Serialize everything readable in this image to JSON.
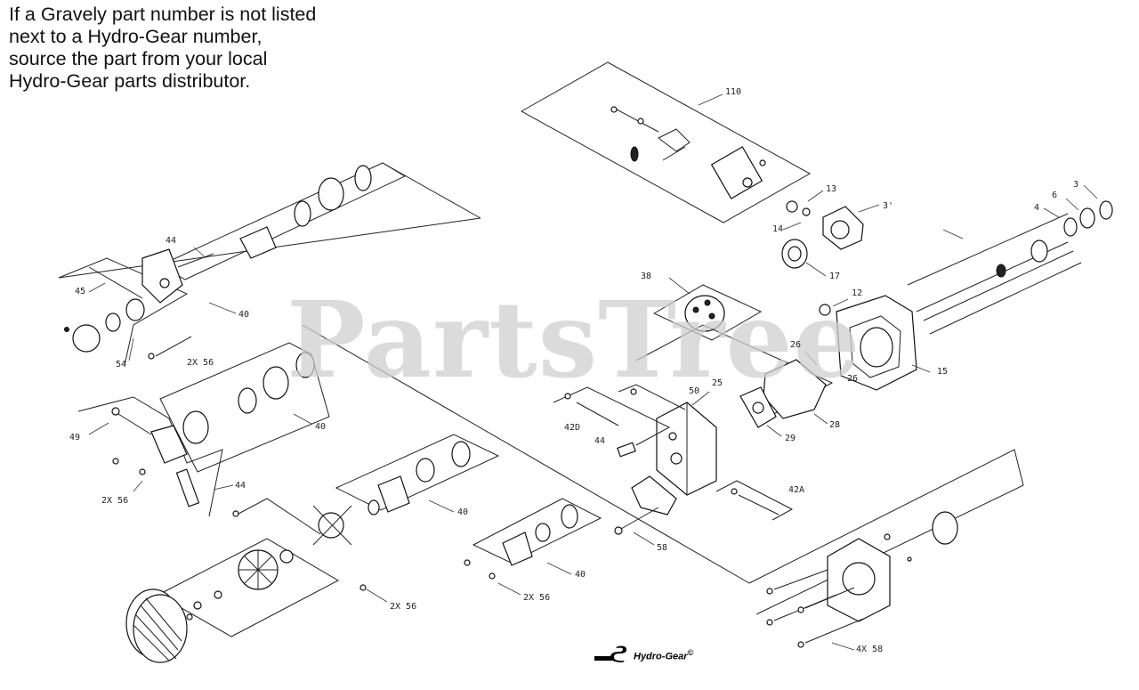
{
  "note": {
    "lines": [
      "If a Gravely part number is not listed",
      "next to a Hydro-Gear number,",
      "source the part from your local",
      "Hydro-Gear parts distributor."
    ]
  },
  "watermark": "PartsTree",
  "logo": {
    "text": "Hydro-Gear",
    "mark": "©"
  },
  "callouts": {
    "c110": "110",
    "c13": "13",
    "c14": "14",
    "c3a": "3'",
    "c3": "3",
    "c6": "6",
    "c4": "4",
    "c17": "17",
    "c38": "38",
    "c12": "12",
    "c15": "15",
    "c26a": "26",
    "c26b": "26",
    "c28": "28",
    "c29": "29",
    "c25": "25",
    "c50": "50",
    "c42d": "42D",
    "c44a": "44",
    "c44b": "44",
    "c44c": "44",
    "c45": "45",
    "c40a": "40",
    "c40b": "40",
    "c40c": "40",
    "c40d": "40",
    "c54": "54",
    "c2x56a": "2X 56",
    "c2x56b": "2X 56",
    "c2x56c": "2X 56",
    "c2x56d": "2X 56",
    "c49": "49",
    "c42a": "42A",
    "c58": "58",
    "c4x58": "4X 58"
  }
}
